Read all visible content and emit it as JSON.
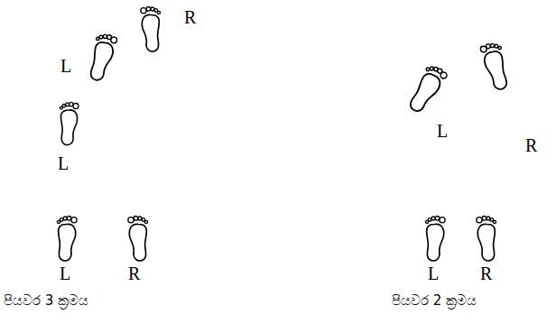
{
  "diagram": {
    "labels": [
      "L",
      "R",
      "L",
      "L",
      "R",
      "පියවර 3 ක්‍රමය",
      "L",
      "R",
      "L",
      "R",
      "පියවර 2 ක්‍රමය"
    ]
  }
}
